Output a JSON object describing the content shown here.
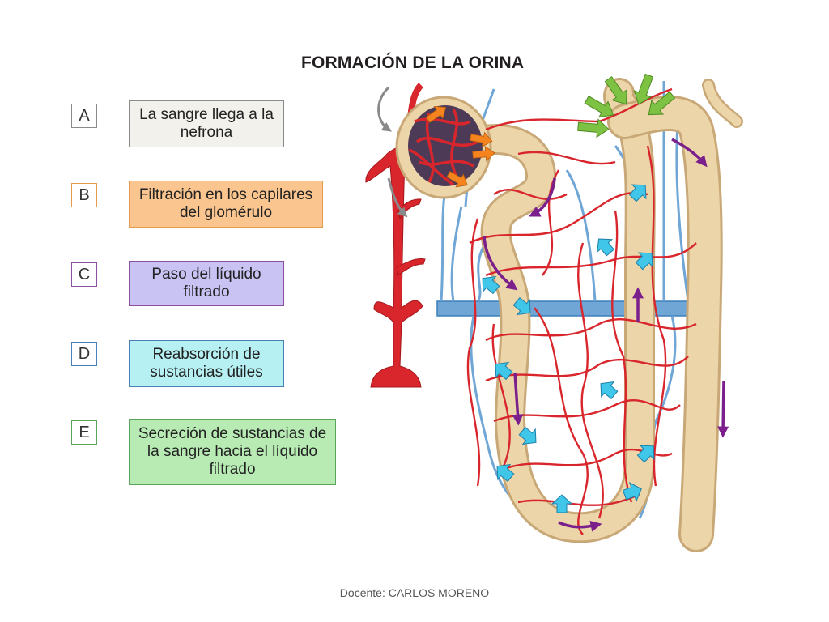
{
  "title": "FORMACIÓN DE LA ORINA",
  "legend": [
    {
      "key": "A",
      "text": "La sangre llega a la nefrona",
      "border": "#8a8a8a",
      "fill": "#f2f1ec"
    },
    {
      "key": "B",
      "text": "Filtración en los capilares del glomérulo",
      "border": "#e39a4c",
      "fill": "#fbc590"
    },
    {
      "key": "C",
      "text": "Paso del líquido filtrado",
      "border": "#8a4f9e",
      "fill": "#c9c3f4"
    },
    {
      "key": "D",
      "text": "Reabsorción de sustancias útiles",
      "border": "#4a7fb5",
      "fill": "#b6f0f2"
    },
    {
      "key": "E",
      "text": "Secreción de sustancias de la sangre hacia el líquido filtrado",
      "border": "#5aa55a",
      "fill": "#b8ebb4"
    }
  ],
  "footer": "Docente: CARLOS MORENO",
  "colors": {
    "artery": "#d8262c",
    "vein": "#6fa6d6",
    "tubule": "#ecd5a9",
    "tubule_edge": "#c9a877",
    "filtrate_arrow": "#7a1f8c",
    "reabsorption_arrow": "#3fc6e8",
    "secretion_arrow": "#7dc242",
    "filtration_arrow": "#f5841f",
    "blood_flow_arrow": "#8a8a8a"
  }
}
